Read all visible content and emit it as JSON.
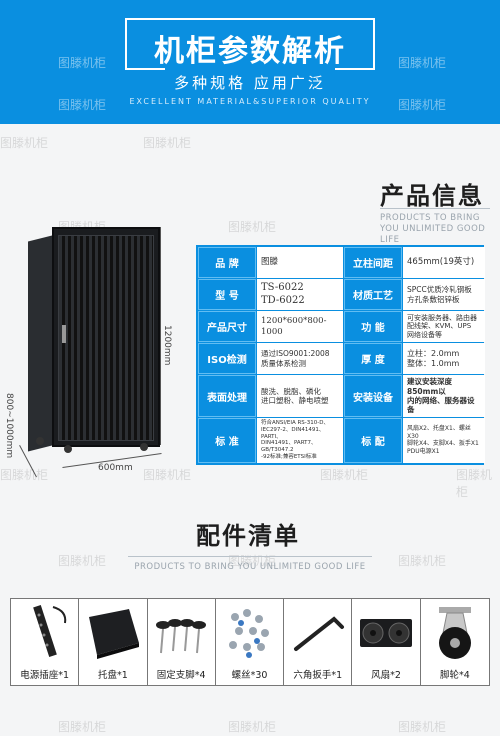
{
  "hero": {
    "title": "机柜参数解析",
    "subtitle": "多种规格 应用广泛",
    "english": "EXCELLENT MATERIAL&SUPERIOR QUALITY"
  },
  "watermark": "图滕机柜",
  "product_info": {
    "title": "产品信息",
    "english": "PRODUCTS TO BRING YOU UNLIMITED GOOD LIFE"
  },
  "dimensions": {
    "height": "1200mm",
    "depth": "800~1000mm",
    "width": "600mm"
  },
  "spec": [
    {
      "l1": "品 牌",
      "v1": "图滕",
      "l2": "立柱间距",
      "v2": "465mm(19英寸)"
    },
    {
      "l1": "型 号",
      "v1": "TS-6022\nTD-6022",
      "l2": "材质工艺",
      "v2": "SPCC优质冷轧钢板\n方孔条敷铝锌板"
    },
    {
      "l1": "产品尺寸",
      "v1": "1200*600*800-1000",
      "l2": "功 能",
      "v2": "可安装服务器、路由器\n配线架、KVM、UPS\n网络设备等"
    },
    {
      "l1": "ISO检测",
      "v1": "通过ISO9001:2008\n质量体系检测",
      "l2": "厚 度",
      "v2": "立柱：2.0mm\n整体：1.0mm"
    },
    {
      "l1": "表面处理",
      "v1": "酸洗、脱脂、磷化\n进口塑粉、静电喷塑",
      "l2": "安装设备",
      "v2": "建议安装深度850mm以\n内的网络、服务器设备"
    },
    {
      "l1": "标 准",
      "v1": "符合ANSI/EIA RS-310-D、\nIEC297-2、DIN41491、PARTI、\nDIN41491、PART7、GB/T3047.2\n-92标准;兼容ETSI标准",
      "l2": "标 配",
      "v2": "风扇X2、托盘X1、螺丝X30\n脚轮X4、支脚X4、扳手X1\nPDU电源X1"
    }
  ],
  "accessories_section": {
    "title": "配件清单",
    "english": "PRODUCTS TO BRING YOU UNLIMITED GOOD LIFE"
  },
  "accessories": [
    {
      "label": "电源插座*1",
      "icon": "pdu-icon"
    },
    {
      "label": "托盘*1",
      "icon": "tray-icon"
    },
    {
      "label": "固定支脚*4",
      "icon": "foot-icon"
    },
    {
      "label": "螺丝*30",
      "icon": "screws-icon"
    },
    {
      "label": "六角扳手*1",
      "icon": "hex-key-icon"
    },
    {
      "label": "风扇*2",
      "icon": "fan-icon"
    },
    {
      "label": "脚轮*4",
      "icon": "caster-icon"
    }
  ],
  "colors": {
    "accent": "#0a8fe0",
    "background": "#f4f5f6"
  }
}
